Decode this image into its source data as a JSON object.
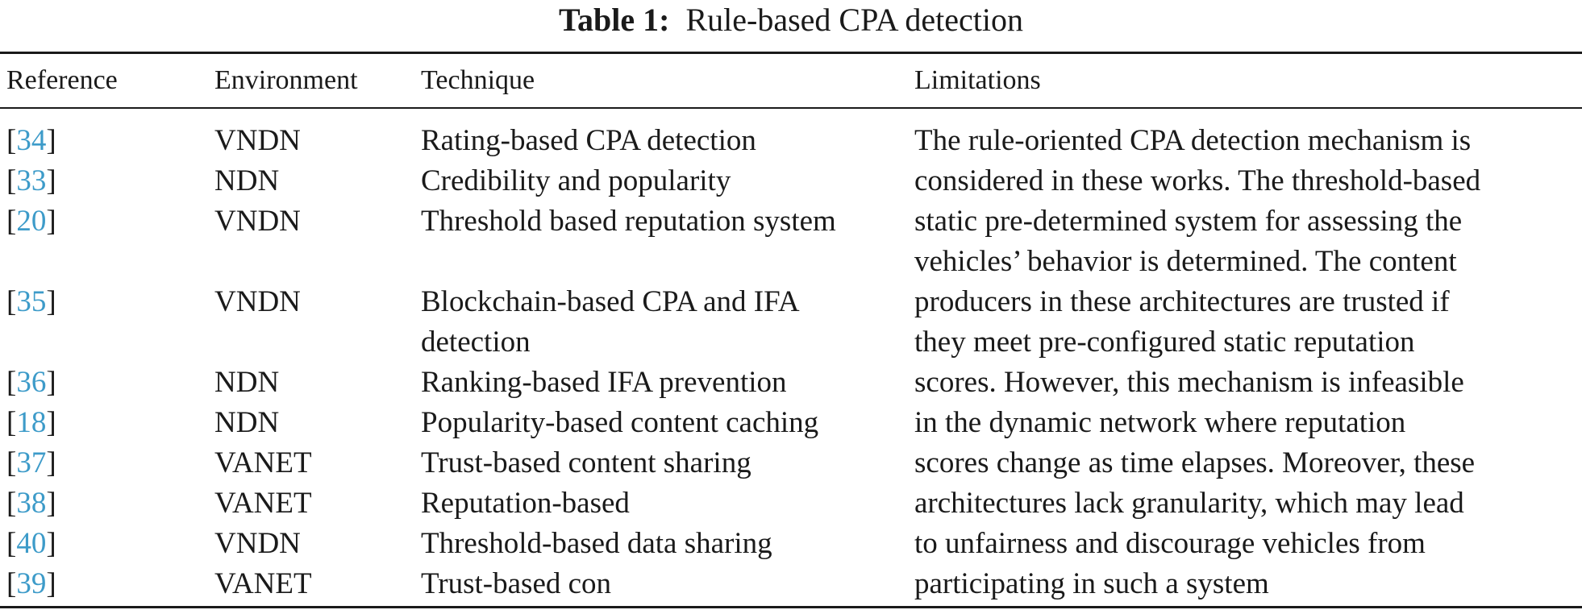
{
  "caption": {
    "label": "Table 1:",
    "title": "Rule-based CPA detection"
  },
  "headers": {
    "reference": "Reference",
    "environment": "Environment",
    "technique": "Technique",
    "limitations": "Limitations"
  },
  "rows": [
    {
      "ref": "34",
      "env": "VNDN",
      "tech": "Rating-based CPA detection"
    },
    {
      "ref": "33",
      "env": "NDN",
      "tech": "Credibility and popularity"
    },
    {
      "ref": "20",
      "env": "VNDN",
      "tech": "Threshold based reputation system"
    },
    {
      "ref": "35",
      "env": "VNDN",
      "tech": "Blockchain-based CPA and IFA detection"
    },
    {
      "ref": "36",
      "env": "NDN",
      "tech": "Ranking-based IFA prevention"
    },
    {
      "ref": "18",
      "env": "NDN",
      "tech": "Popularity-based content caching"
    },
    {
      "ref": "37",
      "env": "VANET",
      "tech": "Trust-based content sharing"
    },
    {
      "ref": "38",
      "env": "VANET",
      "tech": "Reputation-based"
    },
    {
      "ref": "40",
      "env": "VNDN",
      "tech": "Threshold-based data sharing"
    },
    {
      "ref": "39",
      "env": "VANET",
      "tech": "Trust-based con"
    }
  ],
  "limitations_lines": [
    "The rule-oriented CPA detection mechanism is",
    "considered in these works. The threshold-based",
    "static pre-determined system for assessing the",
    "vehicles’ behavior is determined. The content",
    "producers in these architectures are trusted if",
    "they meet pre-configured static reputation",
    "scores. However, this mechanism is infeasible",
    "in the dynamic network where reputation",
    "scores change as time elapses. Moreover, these",
    "architectures lack granularity, which may lead",
    "to unfairness and discourage vehicles from",
    "participating in such a system"
  ]
}
